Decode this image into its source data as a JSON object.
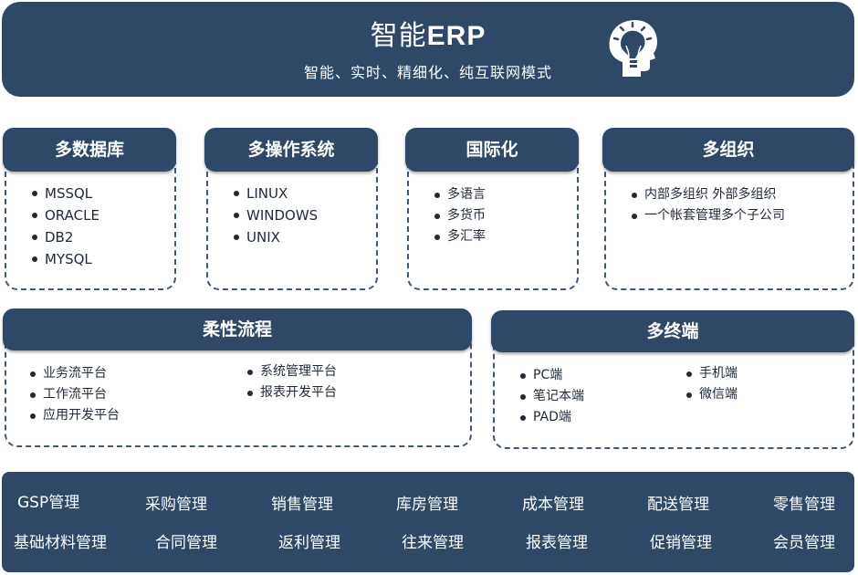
{
  "banner": {
    "title_cn": "智能",
    "title_en": "ERP",
    "subtitle": "智能、实时、精细化、纯互联网模式",
    "icon": "brain-head-icon"
  },
  "cards": {
    "database": {
      "title": "多数据库",
      "items": [
        "MSSQL",
        "ORACLE",
        "DB2",
        "MYSQL"
      ]
    },
    "os": {
      "title": "多操作系统",
      "items": [
        "LINUX",
        "WINDOWS",
        "UNIX"
      ]
    },
    "intl": {
      "title": "国际化",
      "items": [
        "多语言",
        "多货币",
        "多汇率"
      ]
    },
    "org": {
      "title": "多组织",
      "items": [
        "内部多组织 外部多组织",
        "一个帐套管理多个子公司"
      ]
    },
    "flow": {
      "title": "柔性流程",
      "left_items": [
        "业务流平台",
        "工作流平台",
        "应用开发平台"
      ],
      "right_items": [
        "系统管理平台",
        "报表开发平台"
      ]
    },
    "terminal": {
      "title": "多终端",
      "left_items": [
        "PC端",
        "笔记本端",
        "PAD端"
      ],
      "right_items": [
        "手机端",
        "微信端"
      ]
    }
  },
  "modules": {
    "row1": [
      "GSP管理",
      "采购管理",
      "销售管理",
      "库房管理",
      "成本管理",
      "配送管理",
      "零售管理"
    ],
    "row2": [
      "基础材料管理",
      "合同管理",
      "返利管理",
      "往来管理",
      "报表管理",
      "促销管理",
      "会员管理"
    ]
  },
  "colors": {
    "primary": "#2f4868",
    "border": "#40577a",
    "background": "#ffffff"
  }
}
